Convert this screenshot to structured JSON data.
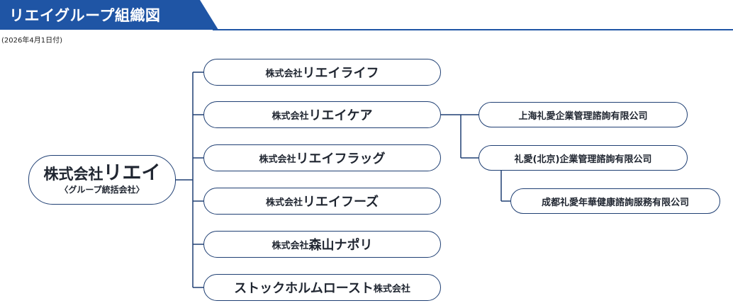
{
  "header": {
    "title": "リエイグループ組織図",
    "date": "(2026年4月1日付)"
  },
  "colors": {
    "banner": "#1f55a5",
    "line": "#1f3f73"
  },
  "root": {
    "name_prefix": "株式会社",
    "name_main": "リエイ",
    "subtitle": "〈グループ統括会社〉"
  },
  "subsidiaries": [
    {
      "prefix": "株式会社",
      "name": "リエイライフ",
      "suffix": ""
    },
    {
      "prefix": "株式会社",
      "name": "リエイケア",
      "suffix": ""
    },
    {
      "prefix": "株式会社",
      "name": "リエイフラッグ",
      "suffix": ""
    },
    {
      "prefix": "株式会社",
      "name": "リエイフーズ",
      "suffix": ""
    },
    {
      "prefix": "株式会社",
      "name": "森山ナポリ",
      "suffix": ""
    },
    {
      "prefix": "",
      "name": "ストックホルムロースト",
      "suffix": "株式会社"
    }
  ],
  "china_companies": [
    {
      "name": "上海礼愛企業管理諮詢有限公司"
    },
    {
      "name": "礼愛(北京)企業管理諮詢有限公司"
    },
    {
      "name": "成都礼愛年華健康諮詢服務有限公司"
    }
  ]
}
